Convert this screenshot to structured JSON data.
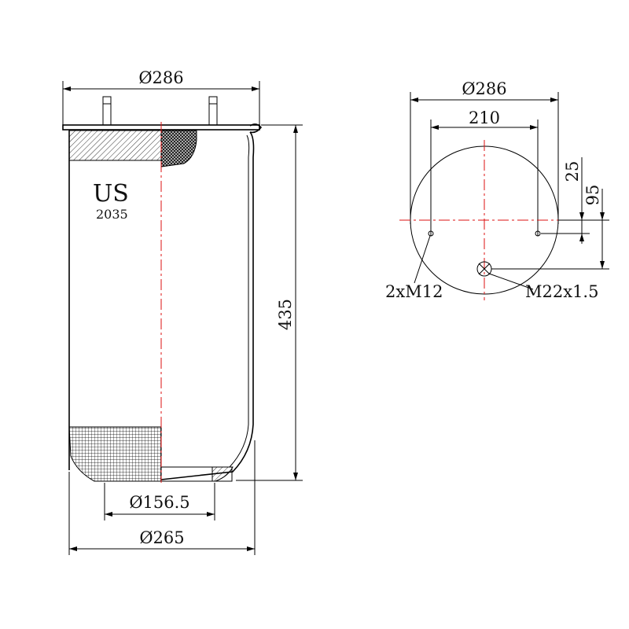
{
  "side_view": {
    "top_diameter": "Ø286",
    "height": "435",
    "piston_bottom_diameter": "Ø156.5",
    "bottom_diameter": "Ø265",
    "brand": "US",
    "model": "2035"
  },
  "top_view": {
    "outer_diameter": "Ø286",
    "stud_spacing": "210",
    "offset_small": "25",
    "offset_large": "95",
    "stud_label": "2xM12",
    "air_inlet_label": "M22x1.5"
  },
  "colors": {
    "line": "#000000",
    "centerline": "#dd1111"
  }
}
